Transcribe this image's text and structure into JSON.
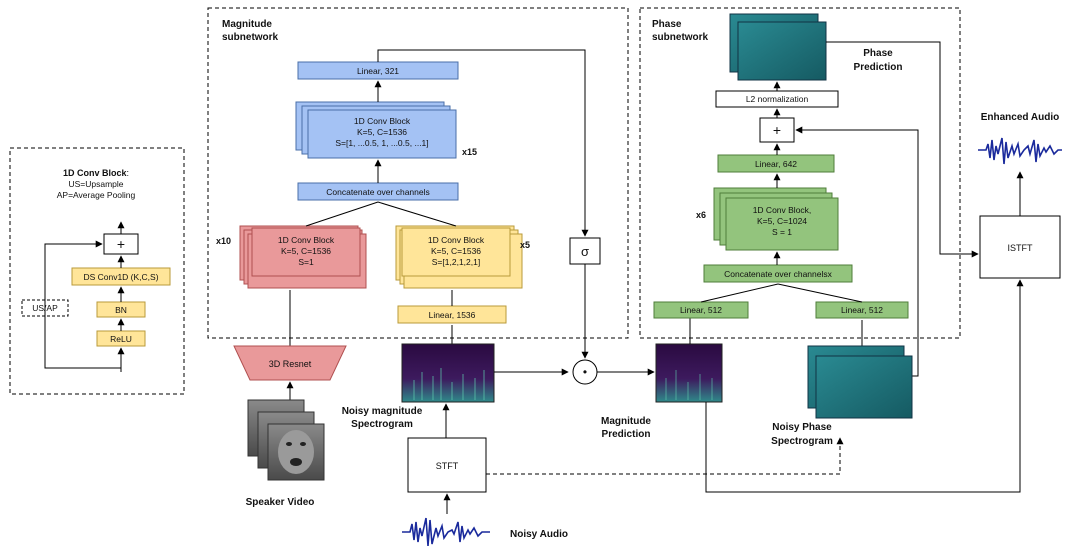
{
  "legend": {
    "title": "1D Conv Block",
    "title_colon": ":",
    "us_line": "US=Upsample",
    "ap_line": "AP=Average Pooling",
    "plus": "+",
    "ds_conv": "DS Conv1D (K,C,S)",
    "bn": "BN",
    "relu": "ReLU",
    "us_ap": "US/AP"
  },
  "magnitude": {
    "title_line1": "Magnitude",
    "title_line2": "subnetwork",
    "linear_top": "Linear, 321",
    "conv_main": [
      "1D Conv Block",
      "K=5, C=1536",
      "S=[1, ...0.5, 1, ...0.5, ...1]"
    ],
    "repeat_main": "x15",
    "concat": "Concatenate over channels",
    "conv_left": [
      "1D Conv Block",
      "K=5, C=1536",
      "S=1"
    ],
    "repeat_left": "x10",
    "conv_right": [
      "1D Conv Block",
      "K=5, C=1536",
      "S=[1,2,1,2,1]"
    ],
    "repeat_right": "x5",
    "linear_bottom": "Linear, 1536",
    "sigma": "σ",
    "resnet": "3D Resnet",
    "speaker_video": "Speaker Video",
    "noisy_mag_line1": "Noisy  magnitude",
    "noisy_mag_line2": "Spectrogram",
    "stft": "STFT",
    "noisy_audio": "Noisy Audio",
    "multiply": "•",
    "mag_pred_line1": "Magnitude",
    "mag_pred_line2": "Prediction"
  },
  "phase": {
    "title_line1": "Phase",
    "title_line2": "subnetwork",
    "pred_line1": "Phase",
    "pred_line2": "Prediction",
    "l2": "L2 normalization",
    "plus": "+",
    "linear_top": "Linear, 642",
    "conv": [
      "1D Conv Block,",
      "K=5, C=1024",
      "S = 1"
    ],
    "repeat": "x6",
    "concat": "Concatenate over channelsx",
    "linear_left": "Linear, 512",
    "linear_right": "Linear, 512",
    "noisy_phase_line1": "Noisy  Phase",
    "noisy_phase_line2": "Spectrogram"
  },
  "output": {
    "enhanced_audio": "Enhanced Audio",
    "istft": "ISTFT"
  },
  "colors": {
    "blue_fill": "#a4c2f4",
    "blue_stroke": "#4a6fa8",
    "red_fill": "#e9999a",
    "red_stroke": "#b05050",
    "yellow_fill": "#ffe599",
    "yellow_stroke": "#b89a3a",
    "green_fill": "#93c47d",
    "green_stroke": "#4f7e3a",
    "phase_teal": "#1d6b73",
    "spec_purple": "#3b1457",
    "wave_blue": "#1a2a9c"
  }
}
